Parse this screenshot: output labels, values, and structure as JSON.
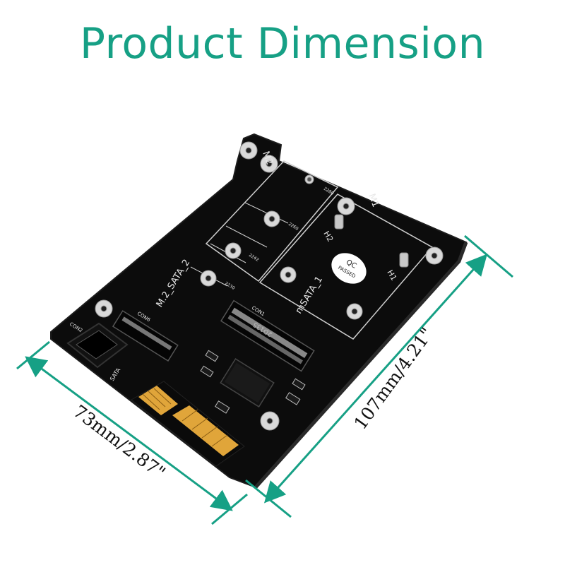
{
  "title": "Product Dimension",
  "colors": {
    "accent": "#16a085",
    "board": "#0b0b0b",
    "pad": "#d8d8d8",
    "gold": "#e0a53a"
  },
  "dimensions": {
    "width": "73mm/2.87\"",
    "length": "107mm/4.21\""
  },
  "silkscreen": {
    "m2_label": "M2",
    "m1_label": "M1",
    "m2_slot": "M.2_SATA_2",
    "msata_slot": "mSATA_1",
    "con6": "CON6",
    "con1": "CON1",
    "sata": "SATA",
    "con2": "CON2",
    "h1": "H1",
    "h2": "H2",
    "qc_line1": "QC",
    "qc_line2": "PASSED",
    "len_2280": "2280",
    "len_2260": "2260",
    "len_2242": "2242",
    "len_2230": "2230",
    "chip_text": "2D135"
  }
}
